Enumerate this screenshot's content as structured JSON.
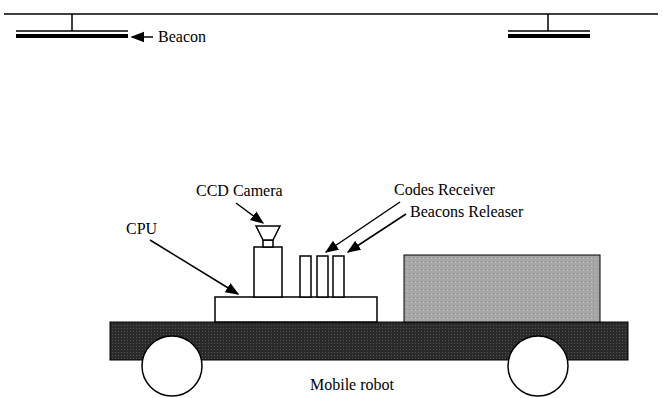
{
  "diagram": {
    "labels": [
      "Beacon",
      "CCD Camera",
      "Codes Receiver",
      "Beacons Releaser",
      "CPU",
      "Mobile robot"
    ]
  }
}
